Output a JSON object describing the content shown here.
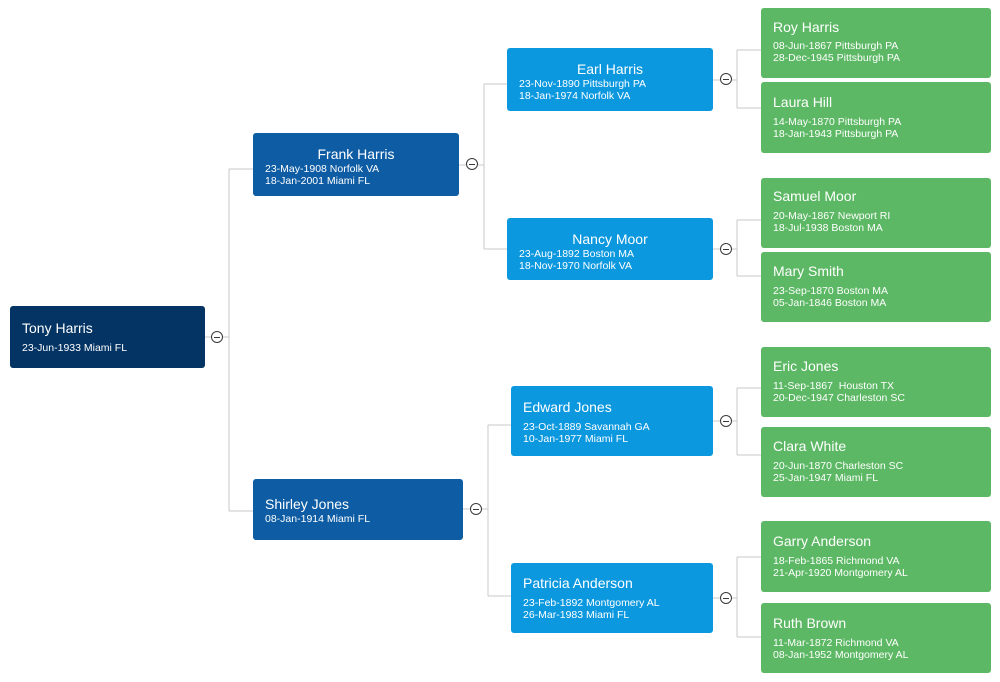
{
  "tree": {
    "root": {
      "name": "Tony Harris",
      "lines": [
        "23-Jun-1933 Miami FL"
      ]
    },
    "father": {
      "name": "Frank Harris",
      "lines": [
        "23-May-1908 Norfolk VA",
        "18-Jan-2001 Miami FL"
      ]
    },
    "mother": {
      "name": "Shirley Jones",
      "lines": [
        "08-Jan-1914 Miami FL"
      ]
    },
    "paternal_grandfather": {
      "name": "Earl Harris",
      "lines": [
        "23-Nov-1890 Pittsburgh PA",
        "18-Jan-1974 Norfolk VA"
      ]
    },
    "paternal_grandmother": {
      "name": "Nancy Moor",
      "lines": [
        "23-Aug-1892 Boston MA",
        "18-Nov-1970 Norfolk VA"
      ]
    },
    "maternal_grandfather": {
      "name": "Edward Jones",
      "lines": [
        "23-Oct-1889 Savannah GA",
        "10-Jan-1977 Miami FL"
      ]
    },
    "maternal_grandmother": {
      "name": "Patricia Anderson",
      "lines": [
        "23-Feb-1892 Montgomery AL",
        "26-Mar-1983 Miami FL"
      ]
    },
    "ggp": [
      {
        "name": "Roy Harris",
        "lines": [
          "08-Jun-1867 Pittsburgh PA",
          "28-Dec-1945 Pittsburgh PA"
        ]
      },
      {
        "name": "Laura Hill",
        "lines": [
          "14-May-1870 Pittsburgh PA",
          "18-Jan-1943 Pittsburgh PA"
        ]
      },
      {
        "name": "Samuel Moor",
        "lines": [
          "20-May-1867 Newport RI",
          "18-Jul-1938 Boston MA"
        ]
      },
      {
        "name": "Mary Smith",
        "lines": [
          "23-Sep-1870 Boston MA",
          "05-Jan-1846 Boston MA"
        ]
      },
      {
        "name": "Eric Jones",
        "lines": [
          "11-Sep-1867  Houston TX",
          "20-Dec-1947 Charleston SC"
        ]
      },
      {
        "name": "Clara White",
        "lines": [
          "20-Jun-1870 Charleston SC",
          "25-Jan-1947 Miami FL"
        ]
      },
      {
        "name": "Garry Anderson",
        "lines": [
          "18-Feb-1865 Richmond VA",
          "21-Apr-1920 Montgomery AL"
        ]
      },
      {
        "name": "Ruth Brown",
        "lines": [
          "11-Mar-1872 Richmond VA",
          "08-Jan-1952 Montgomery AL"
        ]
      }
    ]
  },
  "colors": {
    "generation_0": "#043464",
    "generation_1": "#0e5ca4",
    "generation_2": "#0c98df",
    "generation_3": "#5cb864",
    "connector": "#c8c8c8"
  },
  "toggle_icon": "collapse-minus-icon"
}
